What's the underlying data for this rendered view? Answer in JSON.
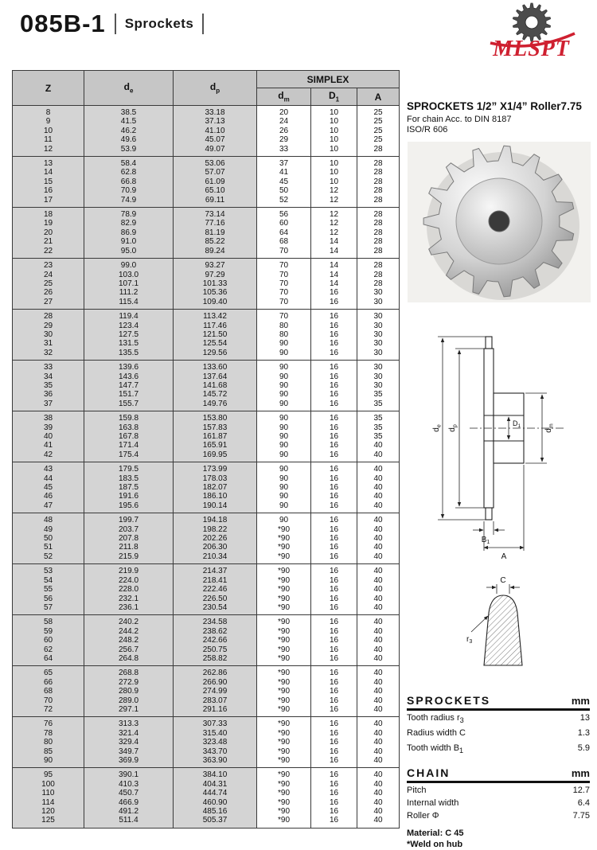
{
  "page": {
    "title": "085B-1",
    "subtitle": "Sprockets"
  },
  "logo": {
    "text": "MLSPT"
  },
  "table": {
    "header": {
      "z": "Z",
      "de": {
        "main": "d",
        "sub": "e"
      },
      "dp": {
        "main": "d",
        "sub": "p"
      },
      "simplex": "SIMPLEX",
      "dm": {
        "main": "d",
        "sub": "m"
      },
      "d1": {
        "main": "D",
        "sub": "1"
      },
      "a": "A"
    },
    "groups": [
      [
        [
          "8",
          "38.5",
          "33.18",
          "20",
          "10",
          "25"
        ],
        [
          "9",
          "41.5",
          "37.13",
          "24",
          "10",
          "25"
        ],
        [
          "10",
          "46.2",
          "41.10",
          "26",
          "10",
          "25"
        ],
        [
          "11",
          "49.6",
          "45.07",
          "29",
          "10",
          "25"
        ],
        [
          "12",
          "53.9",
          "49.07",
          "33",
          "10",
          "28"
        ]
      ],
      [
        [
          "13",
          "58.4",
          "53.06",
          "37",
          "10",
          "28"
        ],
        [
          "14",
          "62.8",
          "57.07",
          "41",
          "10",
          "28"
        ],
        [
          "15",
          "66.8",
          "61.09",
          "45",
          "10",
          "28"
        ],
        [
          "16",
          "70.9",
          "65.10",
          "50",
          "12",
          "28"
        ],
        [
          "17",
          "74.9",
          "69.11",
          "52",
          "12",
          "28"
        ]
      ],
      [
        [
          "18",
          "78.9",
          "73.14",
          "56",
          "12",
          "28"
        ],
        [
          "19",
          "82.9",
          "77.16",
          "60",
          "12",
          "28"
        ],
        [
          "20",
          "86.9",
          "81.19",
          "64",
          "12",
          "28"
        ],
        [
          "21",
          "91.0",
          "85.22",
          "68",
          "14",
          "28"
        ],
        [
          "22",
          "95.0",
          "89.24",
          "70",
          "14",
          "28"
        ]
      ],
      [
        [
          "23",
          "99.0",
          "93.27",
          "70",
          "14",
          "28"
        ],
        [
          "24",
          "103.0",
          "97.29",
          "70",
          "14",
          "28"
        ],
        [
          "25",
          "107.1",
          "101.33",
          "70",
          "14",
          "28"
        ],
        [
          "26",
          "111.2",
          "105.36",
          "70",
          "16",
          "30"
        ],
        [
          "27",
          "115.4",
          "109.40",
          "70",
          "16",
          "30"
        ]
      ],
      [
        [
          "28",
          "119.4",
          "113.42",
          "70",
          "16",
          "30"
        ],
        [
          "29",
          "123.4",
          "117.46",
          "80",
          "16",
          "30"
        ],
        [
          "30",
          "127.5",
          "121.50",
          "80",
          "16",
          "30"
        ],
        [
          "31",
          "131.5",
          "125.54",
          "90",
          "16",
          "30"
        ],
        [
          "32",
          "135.5",
          "129.56",
          "90",
          "16",
          "30"
        ]
      ],
      [
        [
          "33",
          "139.6",
          "133.60",
          "90",
          "16",
          "30"
        ],
        [
          "34",
          "143.6",
          "137.64",
          "90",
          "16",
          "30"
        ],
        [
          "35",
          "147.7",
          "141.68",
          "90",
          "16",
          "30"
        ],
        [
          "36",
          "151.7",
          "145.72",
          "90",
          "16",
          "35"
        ],
        [
          "37",
          "155.7",
          "149.76",
          "90",
          "16",
          "35"
        ]
      ],
      [
        [
          "38",
          "159.8",
          "153.80",
          "90",
          "16",
          "35"
        ],
        [
          "39",
          "163.8",
          "157.83",
          "90",
          "16",
          "35"
        ],
        [
          "40",
          "167.8",
          "161.87",
          "90",
          "16",
          "35"
        ],
        [
          "41",
          "171.4",
          "165.91",
          "90",
          "16",
          "40"
        ],
        [
          "42",
          "175.4",
          "169.95",
          "90",
          "16",
          "40"
        ]
      ],
      [
        [
          "43",
          "179.5",
          "173.99",
          "90",
          "16",
          "40"
        ],
        [
          "44",
          "183.5",
          "178.03",
          "90",
          "16",
          "40"
        ],
        [
          "45",
          "187.5",
          "182.07",
          "90",
          "16",
          "40"
        ],
        [
          "46",
          "191.6",
          "186.10",
          "90",
          "16",
          "40"
        ],
        [
          "47",
          "195.6",
          "190.14",
          "90",
          "16",
          "40"
        ]
      ],
      [
        [
          "48",
          "199.7",
          "194.18",
          "90",
          "16",
          "40"
        ],
        [
          "49",
          "203.7",
          "198.22",
          "*90",
          "16",
          "40"
        ],
        [
          "50",
          "207.8",
          "202.26",
          "*90",
          "16",
          "40"
        ],
        [
          "51",
          "211.8",
          "206.30",
          "*90",
          "16",
          "40"
        ],
        [
          "52",
          "215.9",
          "210.34",
          "*90",
          "16",
          "40"
        ]
      ],
      [
        [
          "53",
          "219.9",
          "214.37",
          "*90",
          "16",
          "40"
        ],
        [
          "54",
          "224.0",
          "218.41",
          "*90",
          "16",
          "40"
        ],
        [
          "55",
          "228.0",
          "222.46",
          "*90",
          "16",
          "40"
        ],
        [
          "56",
          "232.1",
          "226.50",
          "*90",
          "16",
          "40"
        ],
        [
          "57",
          "236.1",
          "230.54",
          "*90",
          "16",
          "40"
        ]
      ],
      [
        [
          "58",
          "240.2",
          "234.58",
          "*90",
          "16",
          "40"
        ],
        [
          "59",
          "244.2",
          "238.62",
          "*90",
          "16",
          "40"
        ],
        [
          "60",
          "248.2",
          "242.66",
          "*90",
          "16",
          "40"
        ],
        [
          "62",
          "256.7",
          "250.75",
          "*90",
          "16",
          "40"
        ],
        [
          "64",
          "264.8",
          "258.82",
          "*90",
          "16",
          "40"
        ]
      ],
      [
        [
          "65",
          "268.8",
          "262.86",
          "*90",
          "16",
          "40"
        ],
        [
          "66",
          "272.9",
          "266.90",
          "*90",
          "16",
          "40"
        ],
        [
          "68",
          "280.9",
          "274.99",
          "*90",
          "16",
          "40"
        ],
        [
          "70",
          "289.0",
          "283.07",
          "*90",
          "16",
          "40"
        ],
        [
          "72",
          "297.1",
          "291.16",
          "*90",
          "16",
          "40"
        ]
      ],
      [
        [
          "76",
          "313.3",
          "307.33",
          "*90",
          "16",
          "40"
        ],
        [
          "78",
          "321.4",
          "315.40",
          "*90",
          "16",
          "40"
        ],
        [
          "80",
          "329.4",
          "323.48",
          "*90",
          "16",
          "40"
        ],
        [
          "85",
          "349.7",
          "343.70",
          "*90",
          "16",
          "40"
        ],
        [
          "90",
          "369.9",
          "363.90",
          "*90",
          "16",
          "40"
        ]
      ],
      [
        [
          "95",
          "390.1",
          "384.10",
          "*90",
          "16",
          "40"
        ],
        [
          "100",
          "410.3",
          "404.31",
          "*90",
          "16",
          "40"
        ],
        [
          "110",
          "450.7",
          "444.74",
          "*90",
          "16",
          "40"
        ],
        [
          "114",
          "466.9",
          "460.90",
          "*90",
          "16",
          "40"
        ],
        [
          "120",
          "491.2",
          "485.16",
          "*90",
          "16",
          "40"
        ],
        [
          "125",
          "511.4",
          "505.37",
          "*90",
          "16",
          "40"
        ]
      ]
    ]
  },
  "info": {
    "heading": "SPROCKETS 1/2”  X1/4”  Roller7.75",
    "line1": "For chain Acc. to DIN 8187",
    "line2": "ISO/R 606"
  },
  "diagram": {
    "de": {
      "main": "d",
      "sub": "e"
    },
    "dp": {
      "main": "d",
      "sub": "p"
    },
    "d1": {
      "main": "D",
      "sub": "1"
    },
    "dm": {
      "main": "d",
      "sub": "m"
    },
    "b1": {
      "main": "B",
      "sub": "1"
    },
    "a": {
      "main": "A",
      "sub": ""
    },
    "c": {
      "main": "C",
      "sub": ""
    },
    "r3": {
      "main": "r",
      "sub": "3"
    }
  },
  "specs": {
    "sprockets": {
      "title": "SPROCKETS",
      "unit": "mm",
      "rows": [
        {
          "label": "Tooth radius r",
          "sub": "3",
          "value": "13"
        },
        {
          "label": "Radius width C",
          "sub": "",
          "value": "1.3"
        },
        {
          "label": "Tooth width B",
          "sub": "1",
          "value": "5.9"
        }
      ]
    },
    "chain": {
      "title": "CHAIN",
      "unit": "mm",
      "rows": [
        {
          "label": "Pitch",
          "value": "12.7"
        },
        {
          "label": "Internal width",
          "value": "6.4"
        },
        {
          "label": "Roller Φ",
          "value": "7.75"
        }
      ]
    },
    "material": "Material: C 45",
    "note": "*Weld on hub"
  }
}
